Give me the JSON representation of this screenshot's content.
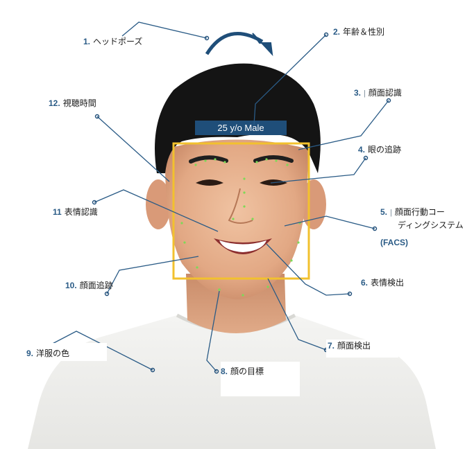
{
  "overlay": {
    "age_gender": "25 y/o Male",
    "colors": {
      "accent": "#1f4e79",
      "line": "#2a5b86",
      "face_box": "#f2c12e",
      "landmark": "#7ed957",
      "banner": "#1f4e79"
    }
  },
  "labels": [
    {
      "id": "head-pose",
      "num": "1.",
      "sep": "",
      "text": "ヘッドポーズ"
    },
    {
      "id": "age-gender",
      "num": "2.",
      "sep": "",
      "text": "年齢＆性別"
    },
    {
      "id": "face-recognition",
      "num": "3.",
      "sep": "|",
      "text": "顔面認識"
    },
    {
      "id": "eye-tracking",
      "num": "4.",
      "sep": "",
      "text": "眼の追跡"
    },
    {
      "id": "facs",
      "num": "5.",
      "sep": "|",
      "text": "顔面行動コー",
      "text2": "ディングシステム",
      "text3": "(FACS)"
    },
    {
      "id": "expression-detection",
      "num": "6.",
      "sep": "",
      "text": "表情検出"
    },
    {
      "id": "face-detection",
      "num": "7.",
      "sep": "",
      "text": "顔面検出"
    },
    {
      "id": "face-landmarks",
      "num": "8.",
      "sep": "",
      "text": "顔の目標"
    },
    {
      "id": "clothing-color",
      "num": "9.",
      "sep": "",
      "text": "洋服の色"
    },
    {
      "id": "face-tracking",
      "num": "10.",
      "sep": "",
      "text": "顔面追跡"
    },
    {
      "id": "expression-recognition",
      "num": "11",
      "sep": "",
      "text": "表情認識"
    },
    {
      "id": "view-time",
      "num": "12.",
      "sep": "",
      "text": "視聴時間"
    }
  ]
}
